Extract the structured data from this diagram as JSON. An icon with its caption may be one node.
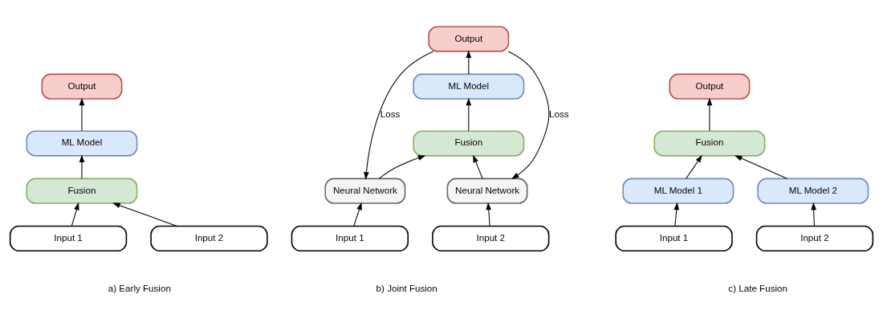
{
  "diagram": {
    "nodes": [
      {
        "text": [
          "Output"
        ]
      },
      {
        "text": [
          "ML Model"
        ]
      },
      {
        "text": [
          "Fusion"
        ]
      },
      {
        "text": [
          "Input 1"
        ]
      },
      {
        "text": [
          "Input 2"
        ]
      },
      {
        "text": [
          "Output"
        ]
      },
      {
        "text": [
          "ML Model"
        ]
      },
      {
        "text": [
          "Fusion"
        ]
      },
      {
        "text": [
          "Neural Network"
        ]
      },
      {
        "text": [
          "Neural Network"
        ]
      },
      {
        "text": [
          "Input 1"
        ]
      },
      {
        "text": [
          "Input 2"
        ]
      },
      {
        "text": [
          "Output"
        ]
      },
      {
        "text": [
          "Fusion"
        ]
      },
      {
        "text": [
          "ML Model 1"
        ]
      },
      {
        "text": [
          "ML Model 2"
        ]
      },
      {
        "text": [
          "Input 1"
        ]
      },
      {
        "text": [
          "Input 2"
        ]
      }
    ],
    "edges": [
      {
        "from": 3,
        "to": 2,
        "arrow": "to"
      },
      {
        "from": 4,
        "to": 2,
        "arrow": "to"
      },
      {
        "from": 2,
        "to": 1,
        "arrow": "to"
      },
      {
        "from": 1,
        "to": 0,
        "arrow": "to"
      },
      {
        "from": 10,
        "to": 8,
        "arrow": "to"
      },
      {
        "from": 11,
        "to": 9,
        "arrow": "to"
      },
      {
        "from": 8,
        "to": 7,
        "arrow": "to"
      },
      {
        "from": 9,
        "to": 7,
        "arrow": "to"
      },
      {
        "from": 7,
        "to": 6,
        "arrow": "to"
      },
      {
        "from": 6,
        "to": 5,
        "arrow": "to"
      },
      {
        "from": 5,
        "to": 8,
        "arrow": "to",
        "label": "Loss"
      },
      {
        "from": 5,
        "to": 9,
        "arrow": "to",
        "label": "Loss"
      },
      {
        "from": 16,
        "to": 14,
        "arrow": "to"
      },
      {
        "from": 17,
        "to": 15,
        "arrow": "to"
      },
      {
        "from": 14,
        "to": 13,
        "arrow": "to"
      },
      {
        "from": 15,
        "to": 13,
        "arrow": "to"
      },
      {
        "from": 13,
        "to": 12,
        "arrow": "to"
      }
    ],
    "labels": [
      "a) Early Fusion",
      "b) Joint Fusion",
      "c) Late Fusion"
    ]
  }
}
